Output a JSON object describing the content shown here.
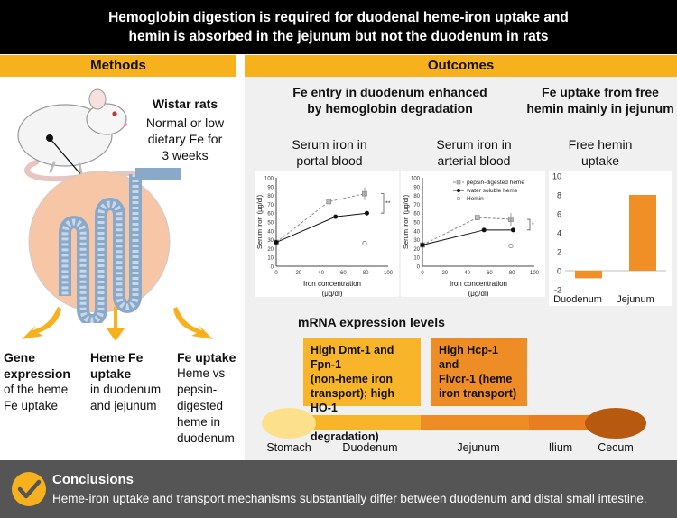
{
  "title": {
    "line1": "Hemoglobin digestion is required for duodenal heme-iron uptake and",
    "line2": "hemin is absorbed in the jejunum but not the duodenum in rats"
  },
  "methods": {
    "header": "Methods",
    "rat_title": "Wistar rats",
    "rat_desc": [
      "Normal or low",
      "dietary Fe for",
      "3 weeks"
    ],
    "items": [
      {
        "title": "Gene",
        "lines": [
          "expression",
          "of the heme",
          "Fe uptake"
        ]
      },
      {
        "title": "Heme Fe",
        "lines": [
          "uptake",
          "in duodenum",
          "and jejunum"
        ]
      },
      {
        "title": "Fe uptake",
        "lines": [
          "Heme vs",
          "pepsin-",
          "digested",
          "heme in",
          "duodenum"
        ]
      }
    ]
  },
  "outcomes": {
    "header": "Outcomes",
    "left_heading": [
      "Fe entry in duodenum enhanced",
      "by hemoglobin degradation"
    ],
    "right_heading": [
      "Fe uptake from free",
      "hemin mainly in jejunum"
    ],
    "portal_title": [
      "Serum iron in",
      "portal blood"
    ],
    "arterial_title": [
      "Serum iron in",
      "arterial blood"
    ],
    "hemin_title": [
      "Free hemin",
      "uptake"
    ],
    "mrna_title": "mRNA expression levels",
    "duodenum_box": [
      "High Dmt-1 and Fpn-1",
      "(non-heme iron",
      "transport); high HO-1",
      "(heme degradation)"
    ],
    "jejunum_box": [
      "High Hcp-1 and",
      "Flvcr-1 (heme",
      "iron transport)"
    ],
    "gut_labels": [
      "Stomach",
      "Duodenum",
      "Jejunum",
      "Ilium",
      "Cecum"
    ]
  },
  "chart_data": [
    {
      "type": "line",
      "title": "Serum iron in portal blood",
      "xlabel": "Iron concentration (μg/dl)",
      "ylabel": "Serum iron (μg/dl)",
      "xlim": [
        0,
        100
      ],
      "ylim": [
        0,
        100
      ],
      "xticks": [
        "0",
        "20",
        "40",
        "60",
        "80",
        "100"
      ],
      "yticks": [
        "0",
        "10",
        "20",
        "30",
        "40",
        "50",
        "60",
        "70",
        "80",
        "90",
        "100"
      ],
      "annotation": "**",
      "series": [
        {
          "name": "pepsin-digested heme",
          "x": [
            0,
            47,
            79
          ],
          "y": [
            27,
            73,
            82
          ]
        },
        {
          "name": "water soluble heme",
          "x": [
            0,
            53,
            81
          ],
          "y": [
            27,
            56,
            60
          ]
        },
        {
          "name": "Hemin",
          "x": [
            79
          ],
          "y": [
            26
          ]
        }
      ]
    },
    {
      "type": "line",
      "title": "Serum iron in arterial blood",
      "xlabel": "Iron concentration (μg/dl)",
      "ylabel": "Serum iron (μg/dl)",
      "xlim": [
        0,
        100
      ],
      "ylim": [
        0,
        100
      ],
      "xticks": [
        "0",
        "20",
        "40",
        "60",
        "80",
        "100"
      ],
      "yticks": [
        "0",
        "10",
        "20",
        "30",
        "40",
        "50",
        "60",
        "70",
        "80",
        "90",
        "100"
      ],
      "annotation": "*",
      "legend": [
        "pepsin-digested heme",
        "water soluble heme",
        "Hemin"
      ],
      "series": [
        {
          "name": "pepsin-digested heme",
          "x": [
            0,
            49,
            79
          ],
          "y": [
            24,
            55,
            53
          ]
        },
        {
          "name": "water soluble heme",
          "x": [
            0,
            55,
            81
          ],
          "y": [
            24,
            41,
            41
          ]
        },
        {
          "name": "Hemin",
          "x": [
            79
          ],
          "y": [
            23
          ]
        }
      ]
    },
    {
      "type": "bar",
      "title": "Free hemin uptake",
      "categories": [
        "Duodenum",
        "Jejunum"
      ],
      "values": [
        -0.8,
        8
      ],
      "ylim": [
        -2,
        10
      ],
      "yticks": [
        "-2",
        "0",
        "2",
        "4",
        "6",
        "8",
        "10"
      ]
    }
  ],
  "conclusions": {
    "title": "Conclusions",
    "text": "Heme-iron uptake and transport mechanisms substantially differ between duodenum and distal small intestine."
  },
  "colors": {
    "accent": "#f6b11c",
    "orange": "#ef8f26",
    "duodenum": "#f9b52a",
    "jejunum": "#ee8c26",
    "cecum": "#b75a10",
    "stomach": "#fde08c",
    "conclusion_bg": "#555555"
  }
}
